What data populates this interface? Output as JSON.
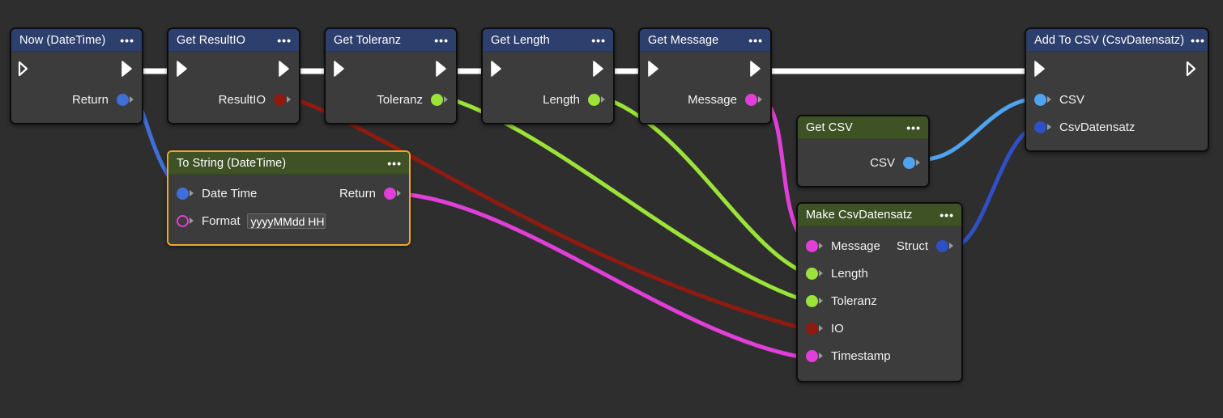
{
  "canvas": {
    "background": "#2e2e2e",
    "node_body": "#3c3c3c",
    "header_blue": "#2d3f6d",
    "header_green": "#3e5226",
    "selection_color": "#f2a922"
  },
  "pin_colors": {
    "exec": "#ffffff",
    "datetime": "#3f6fd8",
    "bool_red": "#8f1a10",
    "number_green": "#9be339",
    "string_magenta": "#e03fd8",
    "csv_lightblue": "#4fa3ef",
    "struct_blue": "#2f4fc4"
  },
  "nodes": [
    {
      "id": "now-datetime",
      "title": "Now (DateTime)",
      "header_style": "blue",
      "menu": "•••",
      "exec_in": true,
      "exec_in_filled": false,
      "exec_out": true,
      "exec_out_filled": true,
      "outputs": [
        {
          "label": "Return",
          "color": "datetime"
        }
      ],
      "inputs": []
    },
    {
      "id": "get-resultio",
      "title": "Get ResultIO",
      "header_style": "blue",
      "menu": "•••",
      "exec_in": true,
      "exec_in_filled": true,
      "exec_out": true,
      "exec_out_filled": true,
      "outputs": [
        {
          "label": "ResultIO",
          "color": "bool_red"
        }
      ],
      "inputs": []
    },
    {
      "id": "get-toleranz",
      "title": "Get Toleranz",
      "header_style": "blue",
      "menu": "•••",
      "exec_in": true,
      "exec_in_filled": true,
      "exec_out": true,
      "exec_out_filled": true,
      "outputs": [
        {
          "label": "Toleranz",
          "color": "number_green"
        }
      ],
      "inputs": []
    },
    {
      "id": "get-length",
      "title": "Get Length",
      "header_style": "blue",
      "menu": "•••",
      "exec_in": true,
      "exec_in_filled": true,
      "exec_out": true,
      "exec_out_filled": true,
      "outputs": [
        {
          "label": "Length",
          "color": "number_green"
        }
      ],
      "inputs": []
    },
    {
      "id": "get-message",
      "title": "Get Message",
      "header_style": "blue",
      "menu": "•••",
      "exec_in": true,
      "exec_in_filled": true,
      "exec_out": true,
      "exec_out_filled": true,
      "outputs": [
        {
          "label": "Message",
          "color": "string_magenta"
        }
      ],
      "inputs": []
    },
    {
      "id": "add-to-csv",
      "title": "Add To CSV (CsvDatensatz)",
      "header_style": "blue",
      "menu": "•••",
      "exec_in": true,
      "exec_in_filled": true,
      "exec_out": true,
      "exec_out_filled": false,
      "inputs": [
        {
          "label": "CSV",
          "color": "csv_lightblue"
        },
        {
          "label": "CsvDatensatz",
          "color": "struct_blue"
        }
      ],
      "outputs": []
    },
    {
      "id": "to-string-datetime",
      "title": "To String (DateTime)",
      "header_style": "green",
      "menu": "•••",
      "selected": true,
      "inputs": [
        {
          "label": "Date Time",
          "color": "datetime"
        },
        {
          "label": "Format",
          "color": "string_magenta",
          "hollow": true,
          "value": "yyyyMMdd HHmm"
        }
      ],
      "outputs": [
        {
          "label": "Return",
          "color": "string_magenta"
        }
      ]
    },
    {
      "id": "get-csv",
      "title": "Get CSV",
      "header_style": "green",
      "menu": "•••",
      "inputs": [],
      "outputs": [
        {
          "label": "CSV",
          "color": "csv_lightblue"
        }
      ]
    },
    {
      "id": "make-csvdatensatz",
      "title": "Make CsvDatensatz",
      "header_style": "green",
      "menu": "•••",
      "inputs": [
        {
          "label": "Message",
          "color": "string_magenta"
        },
        {
          "label": "Length",
          "color": "number_green"
        },
        {
          "label": "Toleranz",
          "color": "number_green"
        },
        {
          "label": "IO",
          "color": "bool_red"
        },
        {
          "label": "Timestamp",
          "color": "string_magenta"
        }
      ],
      "outputs": [
        {
          "label": "Struct",
          "color": "struct_blue"
        }
      ]
    }
  ],
  "connections": [
    {
      "from": "now-datetime.exec_out",
      "to": "get-resultio.exec_in",
      "color": "#ffffff",
      "type": "exec"
    },
    {
      "from": "get-resultio.exec_out",
      "to": "get-toleranz.exec_in",
      "color": "#ffffff",
      "type": "exec"
    },
    {
      "from": "get-toleranz.exec_out",
      "to": "get-length.exec_in",
      "color": "#ffffff",
      "type": "exec"
    },
    {
      "from": "get-length.exec_out",
      "to": "get-message.exec_in",
      "color": "#ffffff",
      "type": "exec"
    },
    {
      "from": "get-message.exec_out",
      "to": "add-to-csv.exec_in",
      "color": "#ffffff",
      "type": "exec"
    },
    {
      "from": "now-datetime.Return",
      "to": "to-string-datetime.Date Time",
      "color": "#3f6fd8",
      "type": "data"
    },
    {
      "from": "get-resultio.ResultIO",
      "to": "make-csvdatensatz.IO",
      "color": "#8f1a10",
      "type": "data"
    },
    {
      "from": "get-toleranz.Toleranz",
      "to": "make-csvdatensatz.Toleranz",
      "color": "#9be339",
      "type": "data"
    },
    {
      "from": "get-length.Length",
      "to": "make-csvdatensatz.Length",
      "color": "#9be339",
      "type": "data"
    },
    {
      "from": "get-message.Message",
      "to": "make-csvdatensatz.Message",
      "color": "#e03fd8",
      "type": "data"
    },
    {
      "from": "to-string-datetime.Return",
      "to": "make-csvdatensatz.Timestamp",
      "color": "#e03fd8",
      "type": "data"
    },
    {
      "from": "get-csv.CSV",
      "to": "add-to-csv.CSV",
      "color": "#4fa3ef",
      "type": "data"
    },
    {
      "from": "make-csvdatensatz.Struct",
      "to": "add-to-csv.CsvDatensatz",
      "color": "#2f4fc4",
      "type": "data"
    }
  ]
}
